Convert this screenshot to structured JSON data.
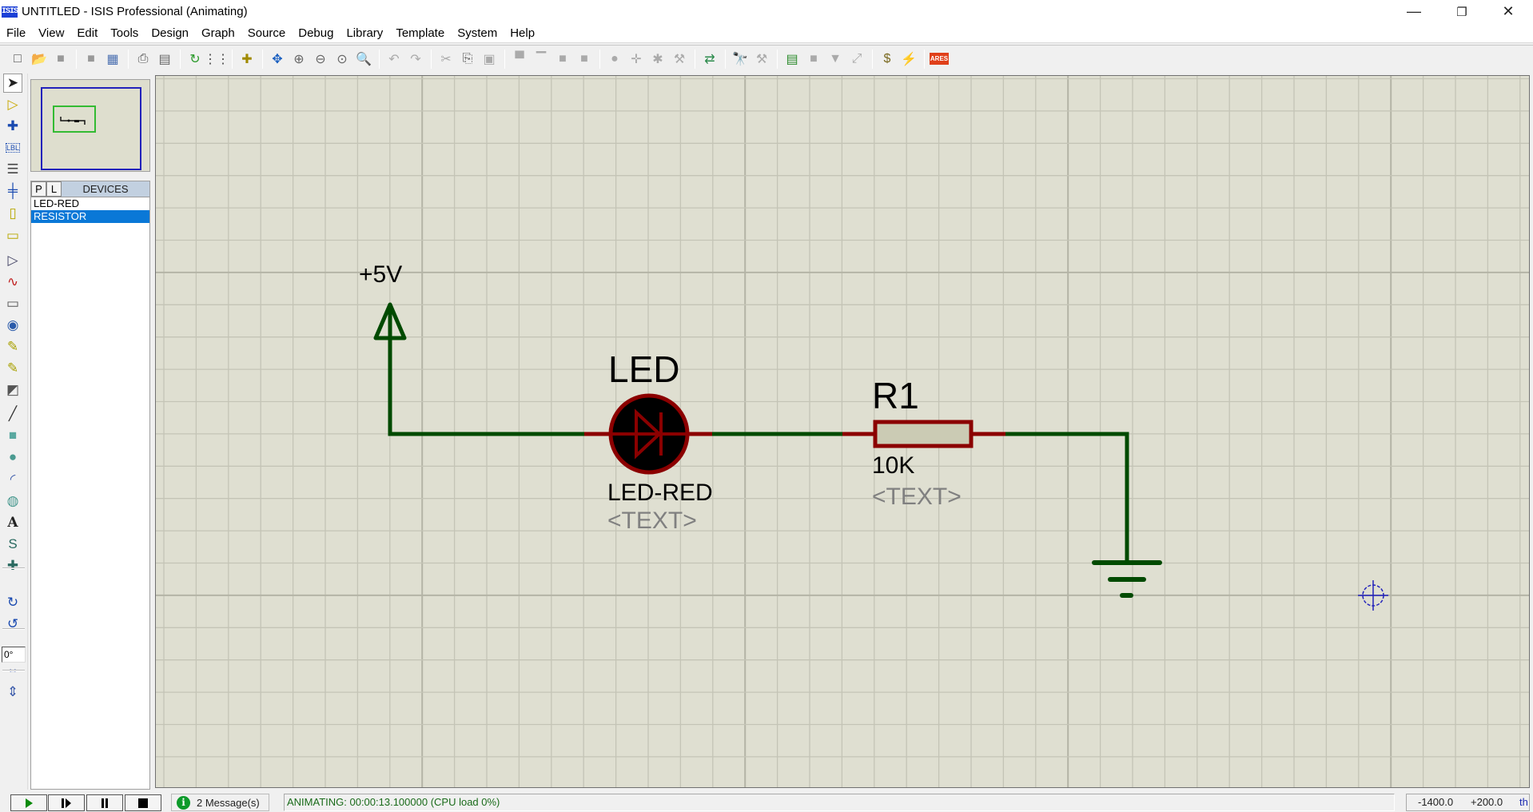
{
  "window": {
    "app_icon_text": "ISIS",
    "title": "UNTITLED - ISIS Professional (Animating)",
    "minimize": "—",
    "maximize": "❐",
    "close": "✕"
  },
  "menu": [
    "File",
    "View",
    "Edit",
    "Tools",
    "Design",
    "Graph",
    "Source",
    "Debug",
    "Library",
    "Template",
    "System",
    "Help"
  ],
  "toolbar": {
    "groups": [
      [
        "new-file-icon",
        "open-file-icon",
        "save-file-icon"
      ],
      [
        "import-section-icon",
        "export-section-icon"
      ],
      [
        "print-icon",
        "set-area-icon"
      ],
      [
        "redraw-icon",
        "grid-toggle-icon"
      ],
      [
        "origin-icon"
      ],
      [
        "pan-icon",
        "zoom-in-icon",
        "zoom-out-icon",
        "zoom-all-icon",
        "zoom-area-icon"
      ],
      [
        "undo-icon",
        "redo-icon"
      ],
      [
        "cut-icon",
        "copy-icon",
        "paste-icon"
      ],
      [
        "block-copy-icon",
        "block-move-icon",
        "block-rotate-icon",
        "block-delete-icon"
      ],
      [
        "pick-device-icon",
        "make-device-icon",
        "packaging-tool-icon",
        "decompose-icon"
      ],
      [
        "wire-autorouter-icon"
      ],
      [
        "search-tag-icon",
        "property-tool-icon"
      ],
      [
        "new-sheet-icon",
        "remove-sheet-icon",
        "exit-to-parent-icon",
        "zoom-to-child-icon"
      ],
      [
        "bill-of-materials-icon",
        "electrical-rule-check-icon"
      ],
      [
        "netlist-to-ares-icon"
      ]
    ],
    "ares_label": "ARES"
  },
  "left_toolbar": {
    "tools": [
      "selection-mode-icon",
      "component-mode-icon",
      "junction-dot-icon",
      "wire-label-icon",
      "text-script-icon",
      "buses-icon",
      "subcircuit-icon",
      "terminals-icon",
      "device-pins-icon",
      "graph-icon",
      "tape-recorder-icon",
      "generator-icon",
      "voltage-probe-icon",
      "current-probe-icon",
      "virtual-instruments-icon",
      "line-icon",
      "box-icon",
      "circle-icon",
      "arc-icon",
      "closed-path-icon",
      "text-icon",
      "symbol-icon",
      "marker-icon",
      "rotate-clockwise-icon",
      "rotate-anticlockwise-icon",
      "mirror-horizontal-icon",
      "mirror-vertical-icon"
    ],
    "rotation_value": "0°",
    "lbl_text": "LBL"
  },
  "devices": {
    "p_button": "P",
    "l_button": "L",
    "title": "DEVICES",
    "items": [
      {
        "label": "LED-RED",
        "selected": false
      },
      {
        "label": "RESISTOR",
        "selected": true
      }
    ]
  },
  "schematic": {
    "power_label": "+5V",
    "led": {
      "ref": "LED",
      "value": "LED-RED",
      "text": "<TEXT>"
    },
    "resistor": {
      "ref": "R1",
      "value": "10K",
      "text": "<TEXT>"
    },
    "colors": {
      "wire": "#004a00",
      "pin": "#8b0000",
      "led_body": "#000000",
      "resistor_body": "#cbcbb4",
      "grid": "#c4c4b6",
      "grid_major": "#b4b4a6",
      "background": "#dfdfd1",
      "text_placeholder": "#808080",
      "cursor": "#2222bb"
    }
  },
  "status": {
    "messages": "2 Message(s)",
    "animation": "ANIMATING: 00:00:13.100000 (CPU load 0%)",
    "coord_x": "-1400.0",
    "coord_y": "+200.0",
    "unit": "th"
  }
}
